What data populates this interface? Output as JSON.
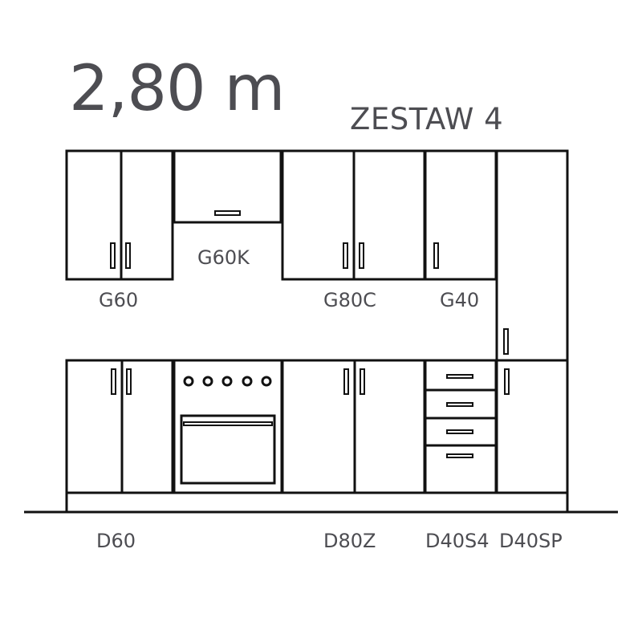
{
  "header": {
    "length": "2,80 m",
    "set_name": "ZESTAW 4"
  },
  "labels": {
    "upper": [
      {
        "id": "G60",
        "text": "G60"
      },
      {
        "id": "G60K",
        "text": "G60K"
      },
      {
        "id": "G80C",
        "text": "G80C"
      },
      {
        "id": "G40",
        "text": "G40"
      }
    ],
    "lower": [
      {
        "id": "D60",
        "text": "D60"
      },
      {
        "id": "D80Z",
        "text": "D80Z"
      },
      {
        "id": "D40S4",
        "text": "D40S4"
      },
      {
        "id": "D40SP",
        "text": "D40SP"
      }
    ]
  },
  "colors": {
    "line": "#111111",
    "text": "#4d4d52",
    "background": "#ffffff"
  }
}
